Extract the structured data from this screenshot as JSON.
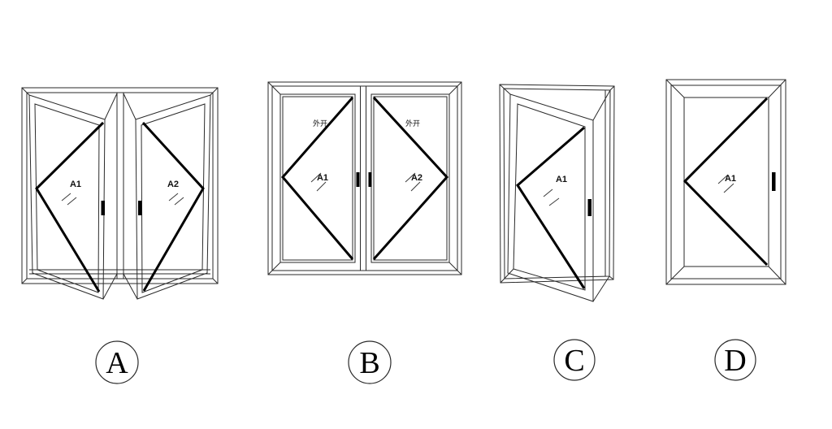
{
  "figures": [
    {
      "option": "A",
      "panes": [
        {
          "label": "A1"
        },
        {
          "label": "A2"
        }
      ]
    },
    {
      "option": "B",
      "panes": [
        {
          "label": "A1",
          "note": "外开"
        },
        {
          "label": "A2",
          "note": "外开"
        }
      ]
    },
    {
      "option": "C",
      "panes": [
        {
          "label": "A1"
        }
      ]
    },
    {
      "option": "D",
      "panes": [
        {
          "label": "A1"
        }
      ]
    }
  ],
  "colors": {
    "background": "#ffffff",
    "line": "#2a2a2a",
    "opening_symbol": "#000000"
  }
}
